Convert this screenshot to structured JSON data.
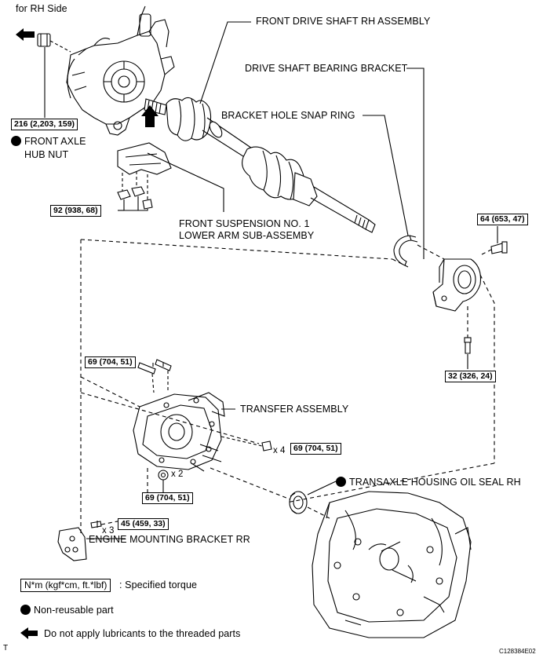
{
  "header": {
    "side_label": "for RH Side"
  },
  "parts": {
    "drive_shaft": "FRONT DRIVE SHAFT RH ASSEMBLY",
    "bearing_bracket": "DRIVE SHAFT BEARING BRACKET",
    "snap_ring": "BRACKET HOLE SNAP RING",
    "axle_nut_line1": "FRONT AXLE",
    "axle_nut_line2": "HUB NUT",
    "lower_arm_line1": "FRONT SUSPENSION NO. 1",
    "lower_arm_line2": "LOWER ARM SUB-ASSEMBY",
    "transfer": "TRANSFER ASSEMBLY",
    "oil_seal": "TRANSAXLE HOUSING OIL SEAL RH",
    "engine_bracket": "ENGINE MOUNTING BRACKET RR"
  },
  "torques": {
    "hub_nut": "216 (2,203, 159)",
    "lower_arm": "92 (938, 68)",
    "bracket_bolt_top": "64 (653, 47)",
    "bracket_bolt_bottom": "32 (326, 24)",
    "transfer_top": "69 (704, 51)",
    "transfer_x4": "69 (704, 51)",
    "transfer_x2": "69 (704, 51)",
    "engine_bracket": "45 (459, 33)"
  },
  "multipliers": {
    "x4": "x 4",
    "x2": "x 2",
    "x3": "x 3"
  },
  "legend": {
    "unit": "N*m (kgf*cm, ft.*lbf)",
    "unit_desc": ": Specified torque",
    "non_reusable": "Non-reusable part",
    "no_lube": "Do not apply lubricants to the threaded parts"
  },
  "footer": {
    "left_code": "T",
    "figure_id": "C128384E02"
  }
}
